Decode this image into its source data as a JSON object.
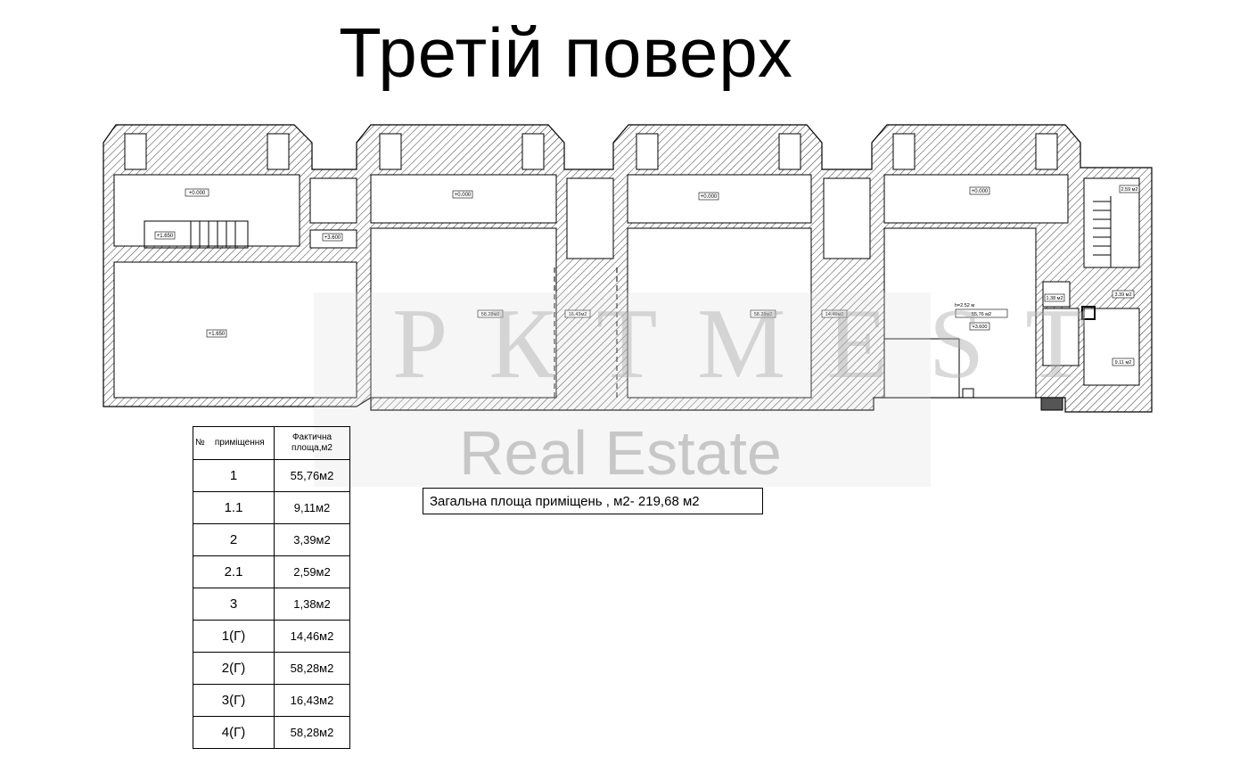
{
  "title": "Третій поверх",
  "watermark": {
    "top": "РКТМЕSТ",
    "bottom": "Real Estate"
  },
  "total_area": "Загальна площа приміщень , м2- 219,68 м2",
  "table": {
    "headers": [
      "№",
      "приміщення",
      "Фактична площа,м2"
    ],
    "rows": [
      {
        "num": "1",
        "area": "55,76м2"
      },
      {
        "num": "1.1",
        "area": "9,11м2"
      },
      {
        "num": "2",
        "area": "3,39м2"
      },
      {
        "num": "2.1",
        "area": "2,59м2"
      },
      {
        "num": "3",
        "area": "1,38м2"
      },
      {
        "num": "1(Г)",
        "area": "14,46м2"
      },
      {
        "num": "2(Г)",
        "area": "58,28м2"
      },
      {
        "num": "3(Г)",
        "area": "16,43м2"
      },
      {
        "num": "4(Г)",
        "area": "58,28м2"
      }
    ]
  },
  "plan_labels": {
    "level_0": "+0.000",
    "level_1650": "+1.650",
    "level_3600": "+3.600",
    "room_1_area": "55,76 м2",
    "room_1_h": "h=2.52 м",
    "room_1_1_area": "9.11 м2",
    "room_2_area": "3.39 м2",
    "room_2_1_area": "2.59 м2",
    "room_3_area": "1.38 м2",
    "room_1g_area": "14.46м2",
    "room_2g_area": "58.28м2",
    "room_3g_area": "16.43м2",
    "room_4g_area": "58.28м2"
  }
}
